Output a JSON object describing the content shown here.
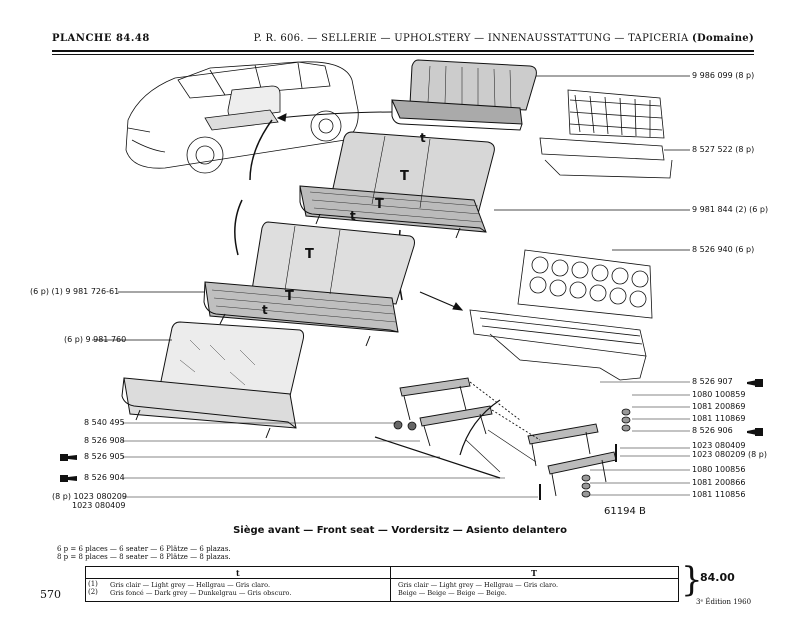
{
  "header": {
    "plate": "PLANCHE 84.48",
    "ref": "P. R. 606.",
    "title_fr": "SELLERIE",
    "title_en": "UPHOLSTERY",
    "title_de": "INNENAUSSTATTUNG",
    "title_es": "TAPICERIA",
    "model": "(Domaine)"
  },
  "callouts": {
    "seat_back_8p": "9 986 099 (8 p)",
    "frame_8p": "8 527 522 (8 p)",
    "seat_6p": "9 981 844 (2) (6 p)",
    "frame_6p": "8 526 940 (6 p)",
    "seat_6p_left": "(6 p) (1) 9 981 726-61",
    "cover_6p": "(6 p) 9 981 760",
    "rail_907": "8 526 907",
    "hw_1080_100859": "1080 100859",
    "hw_1081_200869": "1081 200869",
    "hw_1081_110869": "1081 110869",
    "rail_906": "8 526 906",
    "hw_1023_080409_a": "1023 080409",
    "hw_1023_080209_8p": "1023 080209 (8 p)",
    "hw_1080_100856": "1080 100856",
    "hw_1081_200866": "1081 200866",
    "hw_1081_110856": "1081 110856",
    "part_8540495": "8 540 495",
    "part_8526908": "8 526 908",
    "part_8526905": "8 526 905",
    "part_8526904": "8 526 904",
    "hw_8p_1023_080209": "(8 p)  1023 080209",
    "hw_1023_080409_b": "1023 080409"
  },
  "letters": {
    "t": "t",
    "T": "T"
  },
  "figure_number": "61194 B",
  "caption": "Siège avant  —  Front seat  —  Vordersitz  —  Asiento delantero",
  "key": {
    "line1": "6 p = 6 places — 6 seater — 6 Plätze — 6 plazas.",
    "line2": "8 p = 8 places — 8 seater — 8 Plätze — 8 plazas."
  },
  "table": {
    "col_t": "t",
    "col_T": "T",
    "row1_tag": "(1)",
    "row2_tag": "(2)",
    "row1_t": "Gris clair — Light grey — Hellgrau — Gris claro.",
    "row2_t": "Gris foncé — Dark grey — Dunkelgrau — Gris obscuro.",
    "row1_T": "Gris clair — Light grey — Hellgrau — Gris claro.",
    "row2_T": "Beige — Beige — Beige — Beige."
  },
  "price": "84.00",
  "page_number": "570",
  "edition": "3ᵉ Édition 1960"
}
